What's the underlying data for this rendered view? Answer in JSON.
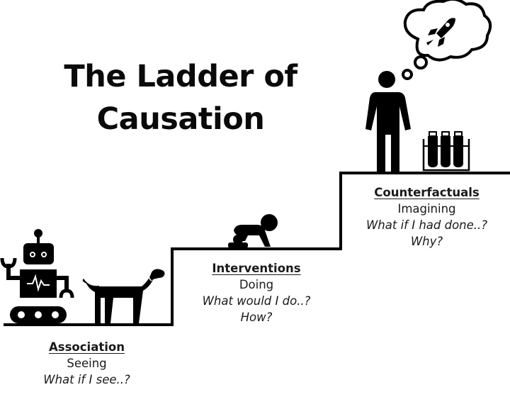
{
  "title": {
    "line1": "The Ladder of",
    "line2": "Causation"
  },
  "rungs": [
    {
      "level": 1,
      "heading": "Association",
      "activity": "Seeing",
      "question": "What if I see..?",
      "why": "",
      "icons": [
        "robot-icon",
        "dog-icon"
      ]
    },
    {
      "level": 2,
      "heading": "Interventions",
      "activity": "Doing",
      "question": "What would I do..?",
      "why": "How?",
      "icons": [
        "crawling-baby-icon"
      ]
    },
    {
      "level": 3,
      "heading": "Counterfactuals",
      "activity": "Imagining",
      "question": "What if I had done..?",
      "why": "Why?",
      "icons": [
        "person-icon",
        "thought-bubble-icon",
        "rocket-icon",
        "test-tubes-icon"
      ]
    }
  ],
  "colors": {
    "ink": "#000000",
    "background": "#ffffff",
    "text": "#1a1a1a"
  }
}
